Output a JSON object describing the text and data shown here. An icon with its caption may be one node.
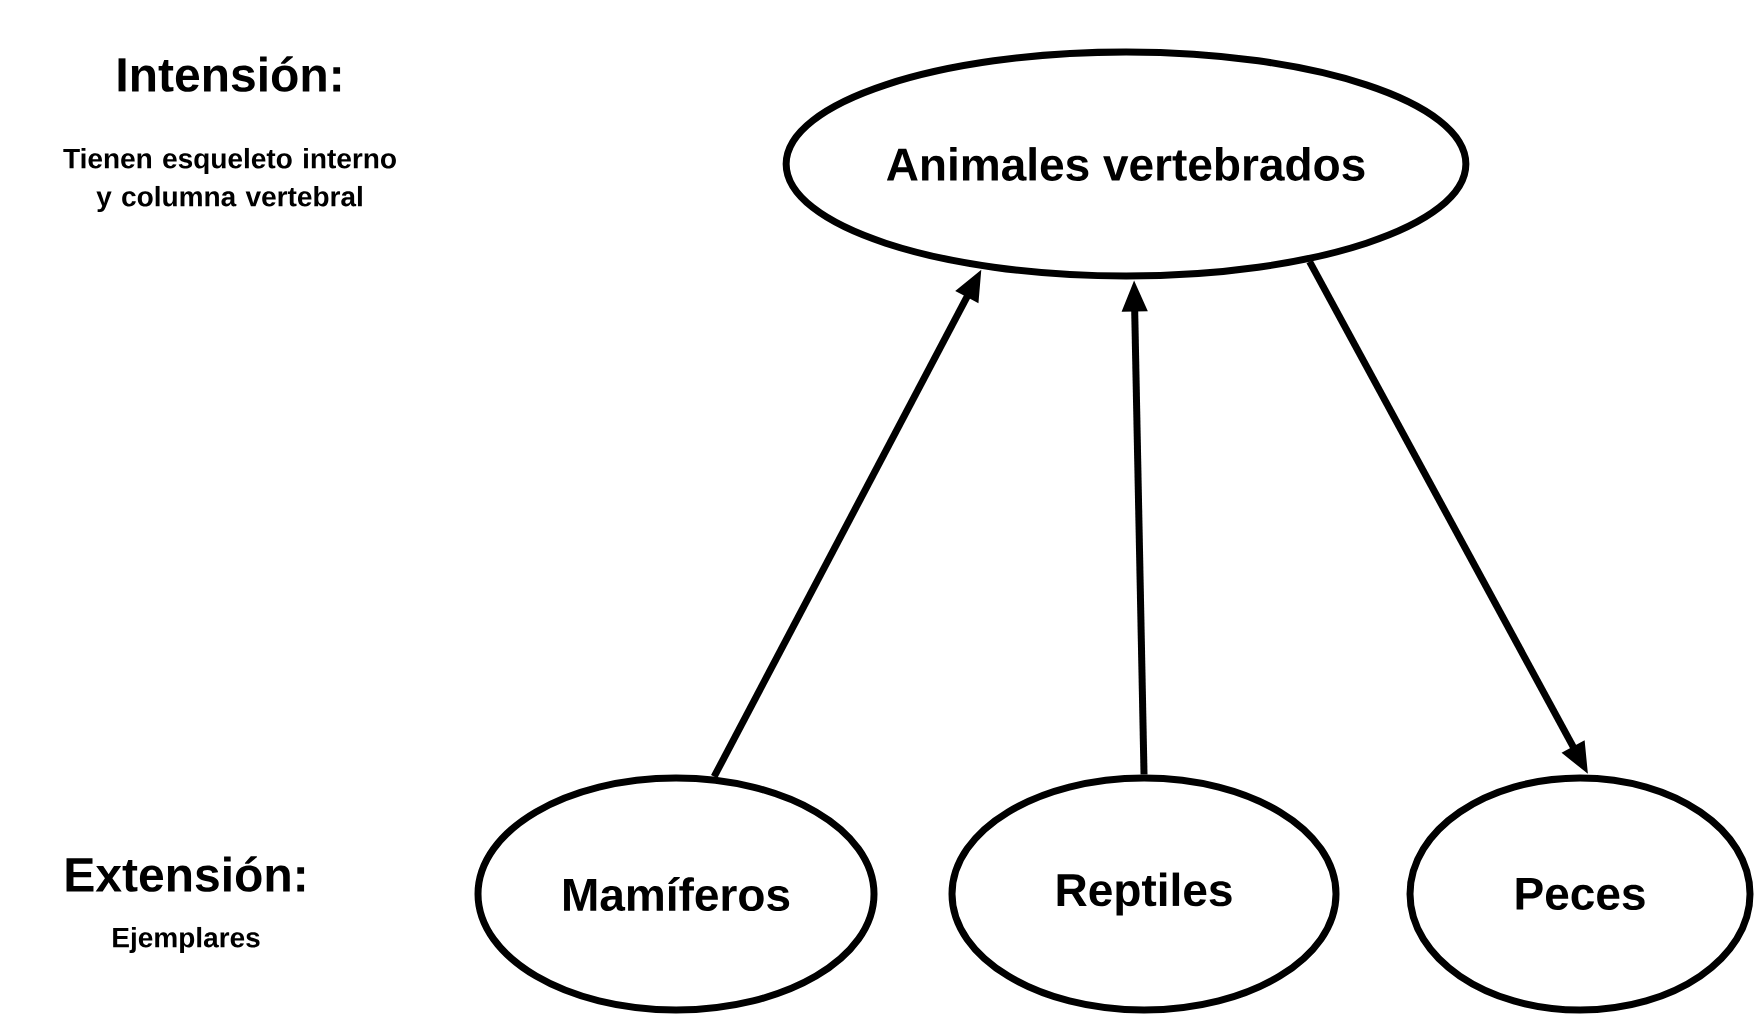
{
  "diagram": {
    "nodes": [
      {
        "text": [
          "Animales vertebrados"
        ]
      },
      {
        "text": [
          "Mamíferos"
        ]
      },
      {
        "text": [
          "Reptiles"
        ]
      },
      {
        "text": [
          "Peces"
        ]
      }
    ],
    "edges": [
      {
        "from": 1,
        "to": 0,
        "arrow": "to"
      },
      {
        "from": 2,
        "to": 0,
        "arrow": "to"
      },
      {
        "from": 0,
        "to": 3,
        "arrow": "to"
      }
    ],
    "labels": [
      "Intensión:",
      "Tienen esqueleto interno y columna vertebral",
      "Extensión:",
      "Ejemplares"
    ]
  }
}
